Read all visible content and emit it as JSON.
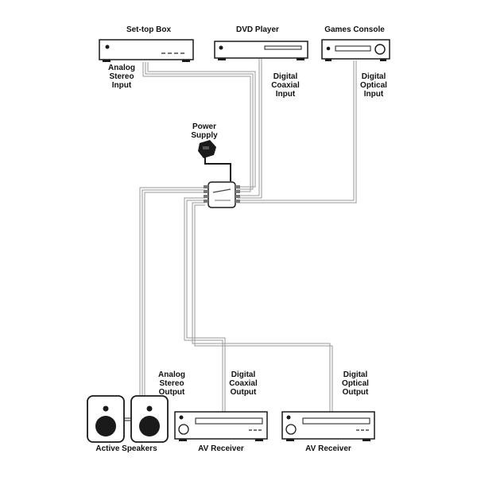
{
  "devices": {
    "settop_box": "Set-top Box",
    "dvd_player": "DVD Player",
    "games_console": "Games Console",
    "power_supply": [
      "Power",
      "Supply"
    ],
    "active_speakers": "Active Speakers",
    "av_receiver_left": "AV Receiver",
    "av_receiver_right": "AV Receiver"
  },
  "connections": {
    "analog_stereo_input": [
      "Analog",
      "Stereo",
      "Input"
    ],
    "digital_coaxial_input": [
      "Digital",
      "Coaxial",
      "Input"
    ],
    "digital_optical_input": [
      "Digital",
      "Optical",
      "Input"
    ],
    "analog_stereo_output": [
      "Analog",
      "Stereo",
      "Output"
    ],
    "digital_coaxial_output": [
      "Digital",
      "Coaxial",
      "Output"
    ],
    "digital_optical_output": [
      "Digital",
      "Optical",
      "Output"
    ]
  },
  "colors": {
    "outline": "#1a1a1a",
    "cable": "#9a9a9a",
    "device_fill": "#ffffff"
  }
}
